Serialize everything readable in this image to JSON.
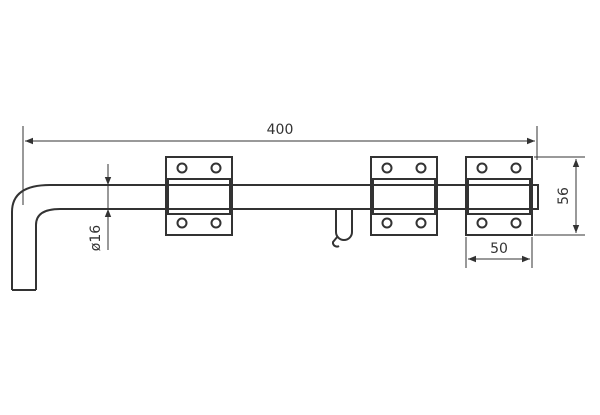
{
  "drawing": {
    "dimensions": {
      "overall_length": "400",
      "rod_diameter": "ø16",
      "bracket_height": "56",
      "bracket_width": "50"
    },
    "colors": {
      "line": "#333333",
      "background": "#ffffff"
    }
  }
}
